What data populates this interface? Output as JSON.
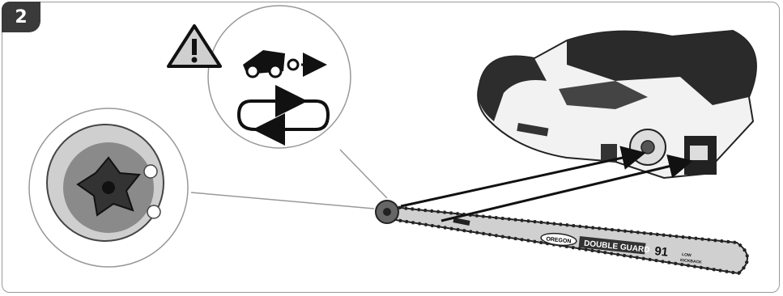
{
  "step_number": "2",
  "bar": {
    "brand": "OREGON",
    "model": "DOUBLE GUARD",
    "code": "91",
    "kickback_line1": "LOW",
    "kickback_line2": "KICKBACK"
  },
  "icons": {
    "warning": "warning-triangle-icon",
    "direction": "chain-direction-icon",
    "loop": "chain-loop-arrows-icon"
  },
  "colors": {
    "badge": "#3a3a3a",
    "bar": "#cfcfcf",
    "outline": "#222222"
  }
}
